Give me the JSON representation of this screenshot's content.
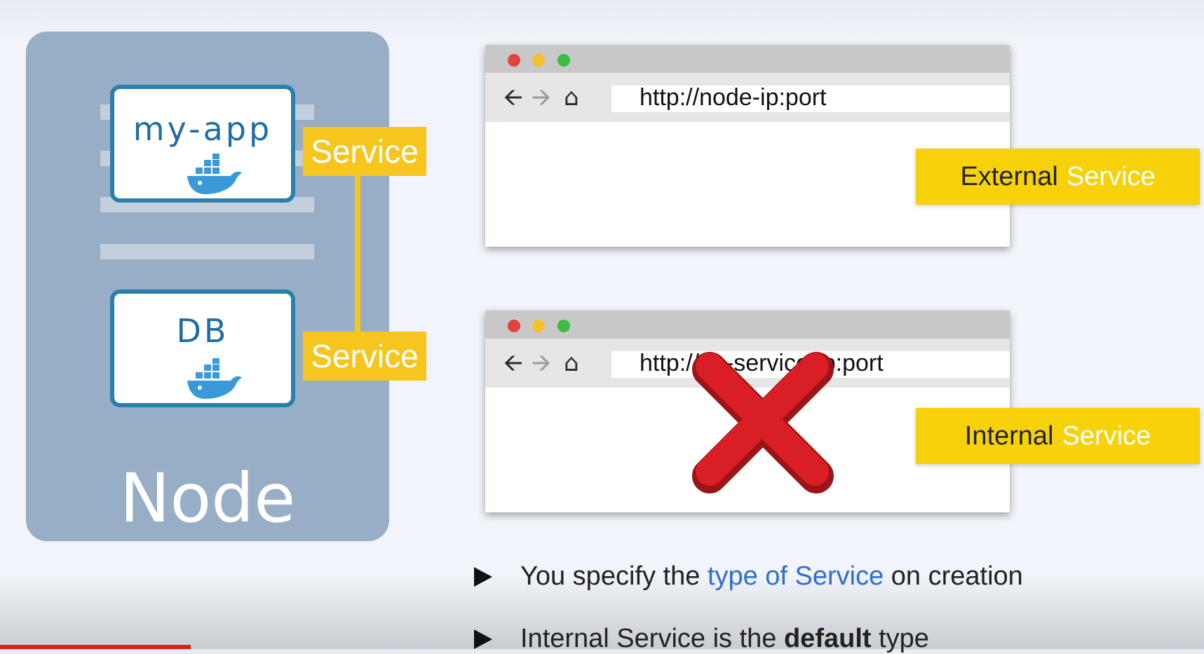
{
  "node": {
    "label": "Node",
    "pods": [
      {
        "title": "my-app",
        "icon": "docker-whale-icon"
      },
      {
        "title": "DB",
        "icon": "docker-whale-icon"
      }
    ],
    "service_tags": [
      "Service",
      "Service"
    ]
  },
  "browsers": [
    {
      "url": "http://node-ip:port",
      "badge_word": "External",
      "badge_service": "Service"
    },
    {
      "url": "http://db-service-ip:port",
      "badge_word": "Internal",
      "badge_service": "Service",
      "overlay": "red-x-icon"
    }
  ],
  "bullets": [
    {
      "before": "You specify the ",
      "highlight": "type of Service",
      "after": " on creation"
    },
    {
      "before": "Internal Service is the ",
      "bold": "default",
      "after": " type"
    }
  ],
  "colors": {
    "node_panel": "#98adc6",
    "pod_border": "#2a7fad",
    "service_tag": "#f6c61f",
    "badge": "#f7d20a",
    "highlight": "#2d6fd1",
    "red_x": "#d91e25",
    "progress": "#e01b1b"
  }
}
